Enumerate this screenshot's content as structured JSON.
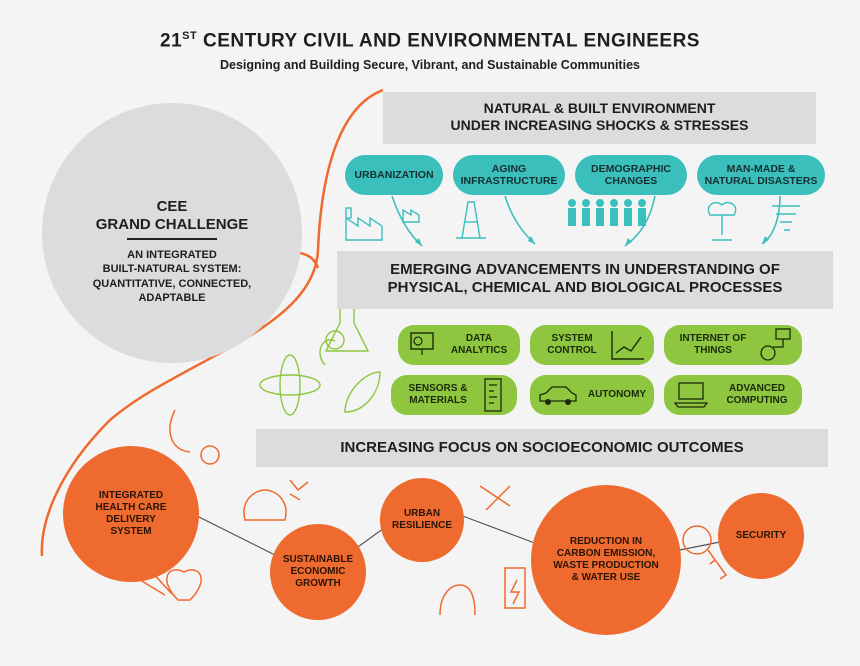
{
  "header": {
    "title_num": "21",
    "title_sup": "ST",
    "title_rest": "CENTURY CIVIL AND ENVIRONMENTAL ENGINEERS",
    "subtitle": "Designing and Building Secure, Vibrant, and Sustainable Communities"
  },
  "grand_challenge": {
    "heading_line1": "CEE",
    "heading_line2": "GRAND CHALLENGE",
    "desc_line1": "AN INTEGRATED",
    "desc_line2": "BUILT-NATURAL SYSTEM:",
    "desc_line3": "QUANTITATIVE, CONNECTED,",
    "desc_line4": "ADAPTABLE"
  },
  "banners": {
    "b1_line1": "NATURAL & BUILT ENVIRONMENT",
    "b1_line2": "UNDER INCREASING SHOCKS & STRESSES",
    "b2_line1": "EMERGING ADVANCEMENTS IN UNDERSTANDING OF",
    "b2_line2": "PHYSICAL, CHEMICAL AND BIOLOGICAL PROCESSES",
    "b3": "INCREASING FOCUS ON SOCIOECONOMIC OUTCOMES"
  },
  "stresses": {
    "urbanization": "URBANIZATION",
    "aging_1": "AGING",
    "aging_2": "INFRASTRUCTURE",
    "demo_1": "DEMOGRAPHIC",
    "demo_2": "CHANGES",
    "disaster_1": "MAN-MADE &",
    "disaster_2": "NATURAL DISASTERS"
  },
  "advancements": {
    "data_1": "DATA",
    "data_2": "ANALYTICS",
    "system_1": "SYSTEM",
    "system_2": "CONTROL",
    "iot_1": "INTERNET OF",
    "iot_2": "THINGS",
    "sensors_1": "SENSORS &",
    "sensors_2": "MATERIALS",
    "autonomy": "AUTONOMY",
    "computing_1": "ADVANCED",
    "computing_2": "COMPUTING"
  },
  "outcomes": {
    "health_1": "INTEGRATED",
    "health_2": "HEALTH CARE",
    "health_3": "DELIVERY",
    "health_4": "SYSTEM",
    "econ_1": "SUSTAINABLE",
    "econ_2": "ECONOMIC",
    "econ_3": "GROWTH",
    "urban_1": "URBAN",
    "urban_2": "RESILIENCE",
    "carbon_1": "REDUCTION IN",
    "carbon_2": "CARBON EMISSION,",
    "carbon_3": "WASTE PRODUCTION",
    "carbon_4": "& WATER USE",
    "security": "SECURITY"
  },
  "colors": {
    "teal": "#3bbfbd",
    "green": "#8ec63f",
    "orange": "#ef6a2e",
    "banner_gray": "#dcdcdc",
    "background": "#f4f4f4"
  }
}
